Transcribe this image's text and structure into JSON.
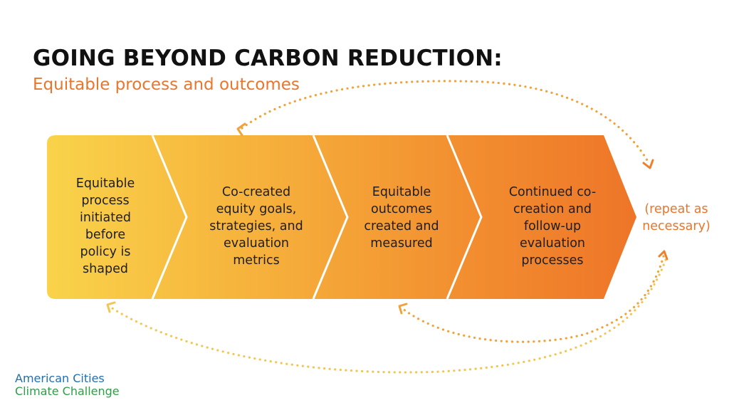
{
  "header": {
    "title": "GOING BEYOND CARBON REDUCTION:",
    "subtitle": "Equitable process and outcomes"
  },
  "steps": [
    {
      "label": "Equitable process initiated before policy is shaped"
    },
    {
      "label": "Co-created equity goals, strategies, and evaluation metrics"
    },
    {
      "label": "Equitable outcomes created and measured"
    },
    {
      "label": "Continued co-creation and follow-up evaluation processes"
    }
  ],
  "repeat_note": "(repeat as necessary)",
  "logo": {
    "line1": "American Cities",
    "line2": "Climate Challenge"
  },
  "colors": {
    "title": "#111111",
    "accent": "#e8762d",
    "gradient_start": "#f9d34a",
    "gradient_end": "#ee7528",
    "logo_blue": "#1f6fb2",
    "logo_green": "#2e9e46"
  }
}
